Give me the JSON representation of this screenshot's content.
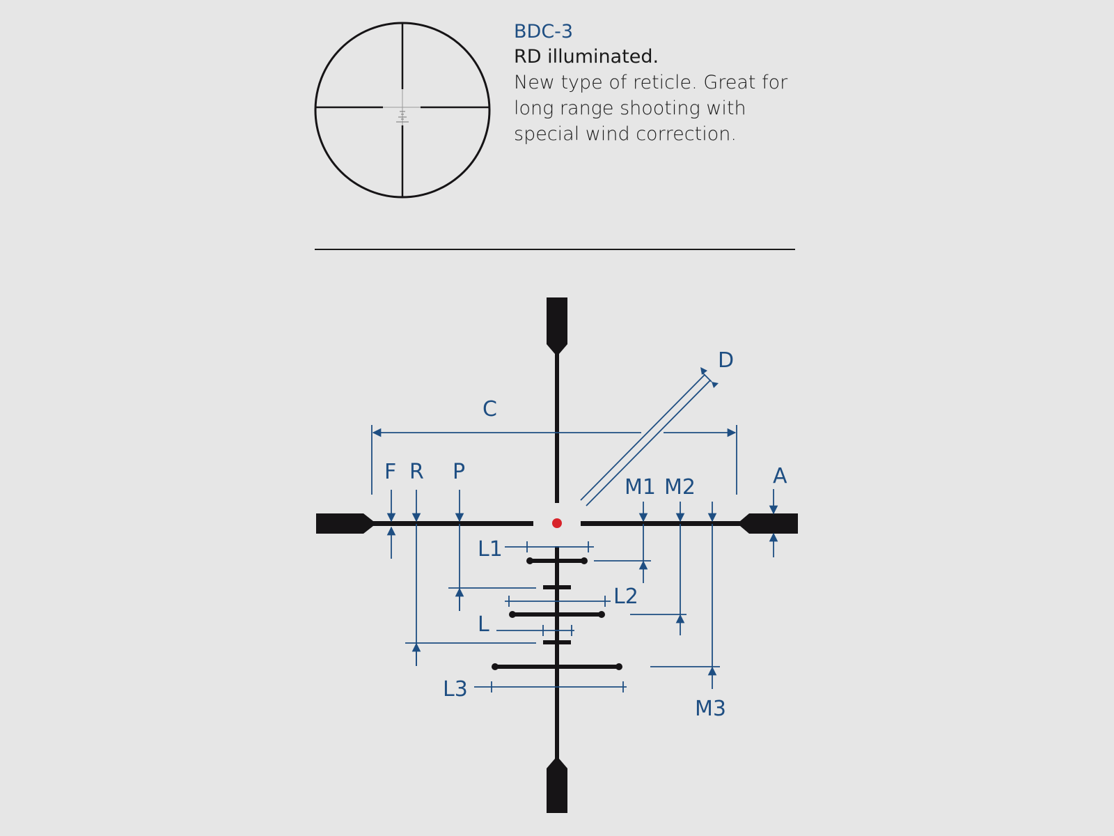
{
  "reticle": {
    "name": "BDC-3",
    "subtitle": "RD illuminated.",
    "description_lines": [
      "New type of reticle. Great for",
      "long range shooting with",
      "special wind correction."
    ]
  },
  "colors": {
    "background": "#e6e6e6",
    "reticle_black": "#161416",
    "dimension_blue": "#1e4e82",
    "center_dot_red": "#d8232a",
    "text_dark": "#1a1a1a"
  },
  "dimension_labels": {
    "A": "A",
    "C": "C",
    "D": "D",
    "F": "F",
    "R": "R",
    "P": "P",
    "M1": "M1",
    "M2": "M2",
    "M3": "M3",
    "L": "L",
    "L1": "L1",
    "L2": "L2",
    "L3": "L3"
  },
  "icons": {
    "thumbnail": "scope-reticle-thumbnail-icon",
    "center_dot": "illuminated-dot-icon"
  }
}
